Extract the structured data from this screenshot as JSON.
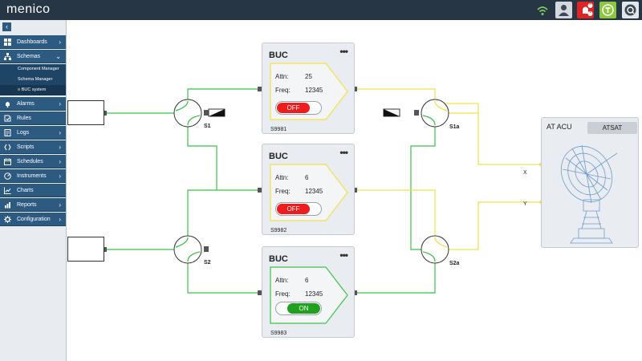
{
  "app": {
    "logo": "menico",
    "accent": "#2d5a80",
    "topbar_color": "#263645"
  },
  "topbar": {
    "icons": [
      "wifi-icon",
      "user-icon",
      "alarm-icon",
      "tools-icon",
      "help-icon"
    ],
    "alarm_badges": [
      "2",
      "1"
    ]
  },
  "sidebar": {
    "collapse_icon": "chevron-left-icon",
    "items": [
      {
        "label": "Dashboards",
        "icon": "dashboard-icon"
      },
      {
        "label": "Schemas",
        "icon": "schema-icon",
        "expanded": true
      },
      {
        "label": "Alarms",
        "icon": "bell-icon"
      },
      {
        "label": "Rules",
        "icon": "rules-icon"
      },
      {
        "label": "Logs",
        "icon": "log-icon"
      },
      {
        "label": "Scripts",
        "icon": "script-icon"
      },
      {
        "label": "Schedules",
        "icon": "schedule-icon"
      },
      {
        "label": "Instruments",
        "icon": "instrument-icon"
      },
      {
        "label": "Charts",
        "icon": "chart-icon"
      },
      {
        "label": "Reports",
        "icon": "report-icon"
      },
      {
        "label": "Configuration",
        "icon": "gear-icon"
      }
    ],
    "subitems": [
      {
        "label": "Component Manager"
      },
      {
        "label": "Schema Manager"
      },
      {
        "label": "≡ BUC system",
        "active": true
      }
    ]
  },
  "bucs": [
    {
      "title": "BUC",
      "menu": "•••",
      "attn_label": "Attn:",
      "attn": "25",
      "freq_label": "Freq:",
      "freq": "12345",
      "state": "OFF",
      "id": "S9981"
    },
    {
      "title": "BUC",
      "menu": "•••",
      "attn_label": "Attn:",
      "attn": "6",
      "freq_label": "Freq:",
      "freq": "12345",
      "state": "OFF",
      "id": "S9982"
    },
    {
      "title": "BUC",
      "menu": "•••",
      "attn_label": "Attn:",
      "attn": "6",
      "freq_label": "Freq:",
      "freq": "12345",
      "state": "ON",
      "id": "S9983"
    }
  ],
  "switches": [
    {
      "label": "S1"
    },
    {
      "label": "S2"
    },
    {
      "label": "S1a"
    },
    {
      "label": "S2a"
    }
  ],
  "acu": {
    "title": "AT ACU",
    "button": "ATSAT",
    "port_x": "X",
    "port_y": "Y"
  },
  "colors": {
    "green_line": "#3cc24a",
    "yellow_line": "#f2e04a",
    "off": "#ee1c1c",
    "on": "#1fa01f"
  }
}
